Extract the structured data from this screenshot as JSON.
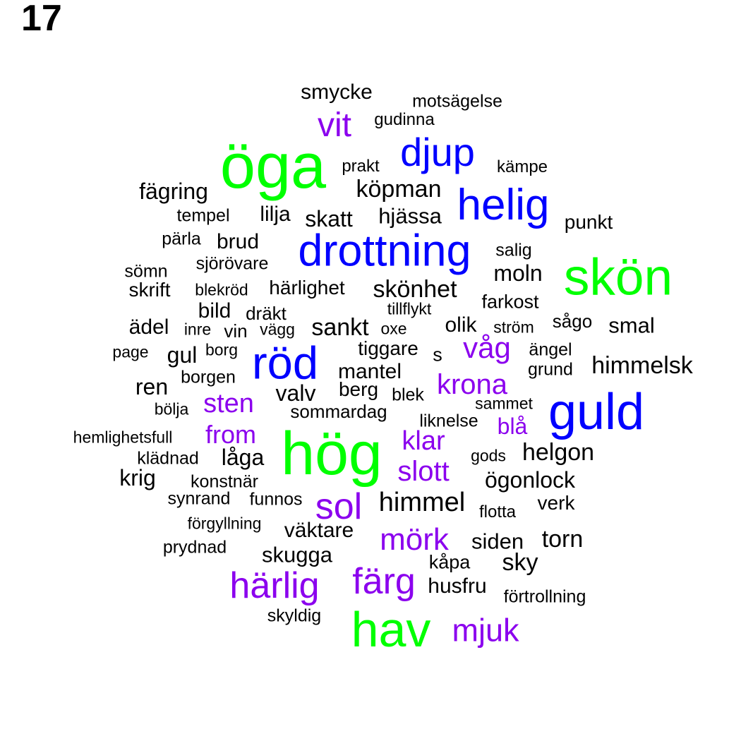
{
  "panel_label": "17",
  "colors": {
    "green": "#00ff00",
    "blue": "#0000ff",
    "purple": "#8b00ee",
    "black": "#000000"
  },
  "words": [
    {
      "text": "smycke",
      "color": "black"
    },
    {
      "text": "motsägelse",
      "color": "black"
    },
    {
      "text": "gudinna",
      "color": "black"
    },
    {
      "text": "vit",
      "color": "purple"
    },
    {
      "text": "öga",
      "color": "green"
    },
    {
      "text": "djup",
      "color": "blue"
    },
    {
      "text": "prakt",
      "color": "black"
    },
    {
      "text": "kämpe",
      "color": "black"
    },
    {
      "text": "fägring",
      "color": "black"
    },
    {
      "text": "köpman",
      "color": "black"
    },
    {
      "text": "helig",
      "color": "blue"
    },
    {
      "text": "tempel",
      "color": "black"
    },
    {
      "text": "lilja",
      "color": "black"
    },
    {
      "text": "skatt",
      "color": "black"
    },
    {
      "text": "hjässa",
      "color": "black"
    },
    {
      "text": "punkt",
      "color": "black"
    },
    {
      "text": "pärla",
      "color": "black"
    },
    {
      "text": "brud",
      "color": "black"
    },
    {
      "text": "drottning",
      "color": "blue"
    },
    {
      "text": "salig",
      "color": "black"
    },
    {
      "text": "skön",
      "color": "green"
    },
    {
      "text": "sömn",
      "color": "black"
    },
    {
      "text": "sjörövare",
      "color": "black"
    },
    {
      "text": "moln",
      "color": "black"
    },
    {
      "text": "skrift",
      "color": "black"
    },
    {
      "text": "blekröd",
      "color": "black"
    },
    {
      "text": "härlighet",
      "color": "black"
    },
    {
      "text": "skönhet",
      "color": "black"
    },
    {
      "text": "farkost",
      "color": "black"
    },
    {
      "text": "bild",
      "color": "black"
    },
    {
      "text": "dräkt",
      "color": "black"
    },
    {
      "text": "tillflykt",
      "color": "black"
    },
    {
      "text": "ädel",
      "color": "black"
    },
    {
      "text": "inre",
      "color": "black"
    },
    {
      "text": "vin",
      "color": "black"
    },
    {
      "text": "vägg",
      "color": "black"
    },
    {
      "text": "sankt",
      "color": "black"
    },
    {
      "text": "oxe",
      "color": "black"
    },
    {
      "text": "olik",
      "color": "black"
    },
    {
      "text": "ström",
      "color": "black"
    },
    {
      "text": "sågo",
      "color": "black"
    },
    {
      "text": "smal",
      "color": "black"
    },
    {
      "text": "page",
      "color": "black"
    },
    {
      "text": "gul",
      "color": "black"
    },
    {
      "text": "borg",
      "color": "black"
    },
    {
      "text": "röd",
      "color": "blue"
    },
    {
      "text": "tiggare",
      "color": "black"
    },
    {
      "text": "s",
      "color": "black"
    },
    {
      "text": "våg",
      "color": "purple"
    },
    {
      "text": "ängel",
      "color": "black"
    },
    {
      "text": "mantel",
      "color": "black"
    },
    {
      "text": "grund",
      "color": "black"
    },
    {
      "text": "himmelsk",
      "color": "black"
    },
    {
      "text": "ren",
      "color": "black"
    },
    {
      "text": "borgen",
      "color": "black"
    },
    {
      "text": "krona",
      "color": "purple"
    },
    {
      "text": "valv",
      "color": "black"
    },
    {
      "text": "berg",
      "color": "black"
    },
    {
      "text": "blek",
      "color": "black"
    },
    {
      "text": "sten",
      "color": "purple"
    },
    {
      "text": "bölja",
      "color": "black"
    },
    {
      "text": "sommardag",
      "color": "black"
    },
    {
      "text": "sammet",
      "color": "black"
    },
    {
      "text": "guld",
      "color": "blue"
    },
    {
      "text": "liknelse",
      "color": "black"
    },
    {
      "text": "blå",
      "color": "purple"
    },
    {
      "text": "from",
      "color": "purple"
    },
    {
      "text": "hemlighetsfull",
      "color": "black"
    },
    {
      "text": "hög",
      "color": "green"
    },
    {
      "text": "klar",
      "color": "purple"
    },
    {
      "text": "klädnad",
      "color": "black"
    },
    {
      "text": "låga",
      "color": "black"
    },
    {
      "text": "gods",
      "color": "black"
    },
    {
      "text": "helgon",
      "color": "black"
    },
    {
      "text": "slott",
      "color": "purple"
    },
    {
      "text": "krig",
      "color": "black"
    },
    {
      "text": "konstnär",
      "color": "black"
    },
    {
      "text": "ögonlock",
      "color": "black"
    },
    {
      "text": "synrand",
      "color": "black"
    },
    {
      "text": "funnos",
      "color": "black"
    },
    {
      "text": "sol",
      "color": "purple"
    },
    {
      "text": "himmel",
      "color": "black"
    },
    {
      "text": "verk",
      "color": "black"
    },
    {
      "text": "flotta",
      "color": "black"
    },
    {
      "text": "förgyllning",
      "color": "black"
    },
    {
      "text": "väktare",
      "color": "black"
    },
    {
      "text": "mörk",
      "color": "purple"
    },
    {
      "text": "torn",
      "color": "black"
    },
    {
      "text": "siden",
      "color": "black"
    },
    {
      "text": "prydnad",
      "color": "black"
    },
    {
      "text": "skugga",
      "color": "black"
    },
    {
      "text": "kåpa",
      "color": "black"
    },
    {
      "text": "sky",
      "color": "black"
    },
    {
      "text": "härlig",
      "color": "purple"
    },
    {
      "text": "färg",
      "color": "purple"
    },
    {
      "text": "husfru",
      "color": "black"
    },
    {
      "text": "förtrollning",
      "color": "black"
    },
    {
      "text": "skyldig",
      "color": "black"
    },
    {
      "text": "hav",
      "color": "green"
    },
    {
      "text": "mjuk",
      "color": "purple"
    }
  ]
}
